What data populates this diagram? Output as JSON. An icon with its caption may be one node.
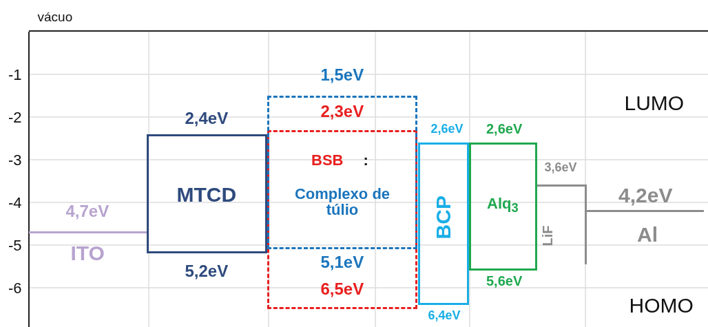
{
  "diagram": {
    "nodes": [
      {
        "text": [
          "ITO"
        ],
        "beside": [
          "4,7eV"
        ]
      },
      {
        "text": [
          "MTCD"
        ],
        "beside": [
          "2,4eV",
          "5,2eV"
        ]
      },
      {
        "text": [
          "5,1eV",
          "6,5eV"
        ]
      },
      {
        "text": [
          "2,3eV",
          "BSB",
          ":",
          "Complexo de túlio"
        ],
        "beside": [
          "1,5eV"
        ]
      },
      {
        "text": [
          "BCP"
        ],
        "beside": [
          "2,6eV",
          "6,4eV"
        ]
      },
      {
        "text": [
          "Alq$_{3}$"
        ],
        "beside": [
          "2,6eV",
          "5,6eV"
        ]
      },
      {
        "text": [
          "LiF"
        ],
        "beside": [
          "3,6eV"
        ]
      },
      {
        "text": [
          "Al"
        ],
        "beside": [
          "4,2eV"
        ]
      }
    ],
    "labels": [
      "vácuo",
      "-1",
      "-2",
      "LUMO",
      "-3",
      "-4",
      "-5",
      "-6",
      "HOMO"
    ]
  }
}
